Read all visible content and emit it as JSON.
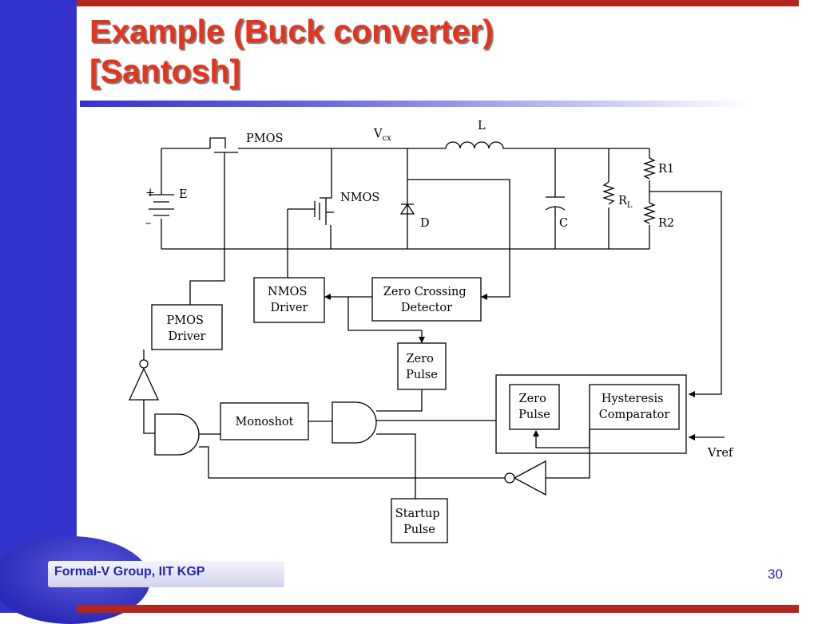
{
  "slide": {
    "title_line1": "Example (Buck converter)",
    "title_line2": "[Santosh]",
    "footer": "Formal-V Group, IIT KGP",
    "page_number": "30"
  },
  "colors": {
    "left_band": "#3333cc",
    "rule_red": "#b3261e",
    "title_red": "#e8331c",
    "footer_text": "#2424a8"
  },
  "diagram": {
    "components": {
      "pmos": "PMOS",
      "vcx_main": "V",
      "vcx_sub": "cx",
      "inductor": "L",
      "source": "E",
      "plus": "+",
      "minus": "–",
      "nmos": "NMOS",
      "diode": "D",
      "capacitor": "C",
      "load_main": "R",
      "load_sub": "L",
      "r1": "R1",
      "r2": "R2",
      "vref": "Vref"
    },
    "blocks": {
      "nmos_driver": [
        "NMOS",
        "Driver"
      ],
      "zero_crossing_detector": [
        "Zero Crossing",
        "Detector"
      ],
      "pmos_driver": [
        "PMOS",
        "Driver"
      ],
      "zero_pulse_1": [
        "Zero",
        "Pulse"
      ],
      "monoshot": "Monoshot",
      "zero_pulse_2": [
        "Zero",
        "Pulse"
      ],
      "hysteresis_comparator": [
        "Hysteresis",
        "Comparator"
      ],
      "startup_pulse": [
        "Startup",
        "Pulse"
      ]
    }
  }
}
